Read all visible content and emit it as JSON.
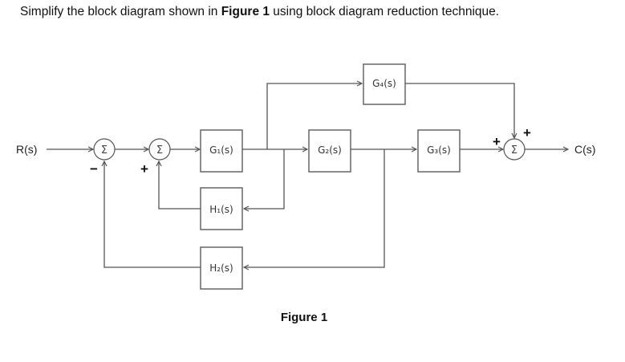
{
  "question": {
    "prefix": "Simplify the block diagram shown in ",
    "bold": "Figure 1",
    "suffix": " using block diagram reduction technique."
  },
  "diagram": {
    "input_label": "R(s)",
    "output_label": "C(s)",
    "blocks": {
      "g1": "G₁(s)",
      "g2": "G₂(s)",
      "g3": "G₃(s)",
      "g4": "G₄(s)",
      "h1": "H₁(s)",
      "h2": "H₂(s)"
    },
    "summing_symbol": "Σ",
    "signs": {
      "sum1_feedback": "−",
      "sum2_feedback": "+",
      "sum3_main": "+",
      "sum3_g4": "+"
    },
    "caption": "Figure 1"
  }
}
